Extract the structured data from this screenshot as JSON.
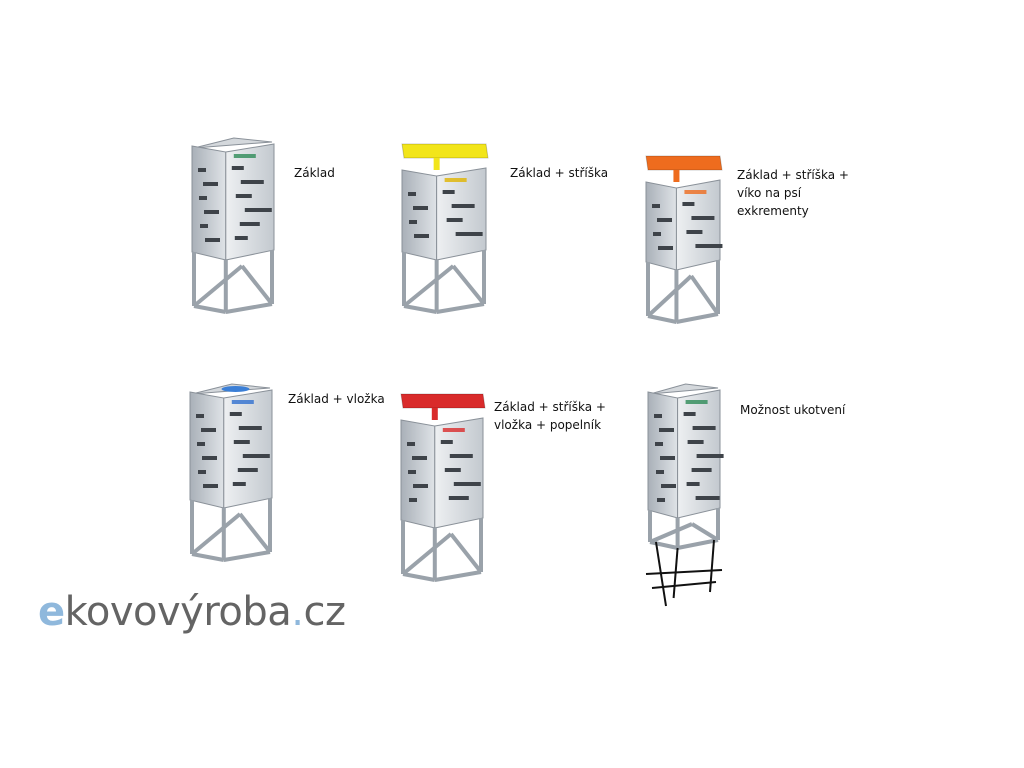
{
  "products": [
    {
      "caption": "Základ",
      "lid": "none",
      "lid_color": "",
      "label_color": "#2e8b57",
      "insert": false,
      "anchor": false
    },
    {
      "caption": "Základ + stříška",
      "lid": "roof",
      "lid_color": "#f2e51a",
      "label_color": "#e0b400",
      "insert": false,
      "anchor": false
    },
    {
      "caption": "Základ + stříška +\nvíko na psí\nexkrementy",
      "lid": "roof",
      "lid_color": "#ee6c1e",
      "label_color": "#ee6c1e",
      "insert": false,
      "anchor": false
    },
    {
      "caption": "Základ + vložka",
      "lid": "none",
      "lid_color": "",
      "label_color": "#2f6fd0",
      "insert": true,
      "insert_color": "#3b7fd6",
      "anchor": false
    },
    {
      "caption": "Základ + stříška +\nvložka + popelník",
      "lid": "roof",
      "lid_color": "#d92b2b",
      "label_color": "#d92b2b",
      "insert": false,
      "anchor": false
    },
    {
      "caption": "Možnost ukotvení",
      "lid": "none",
      "lid_color": "",
      "label_color": "#2e8b57",
      "insert": false,
      "anchor": true
    }
  ],
  "logo": {
    "e": "e",
    "main": "kovovýroba",
    "dot": ".",
    "tld": "cz",
    "accent_color": "#8fb8dc",
    "text_color": "#646464"
  }
}
